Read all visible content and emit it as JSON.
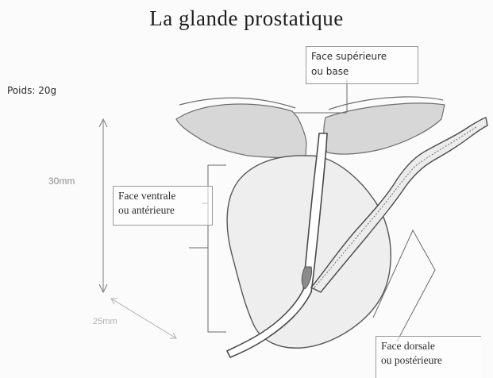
{
  "title": "La glande prostatique",
  "weight": "Poids: 20g",
  "labels": {
    "superior": [
      "Face supérieure",
      "ou base"
    ],
    "ventral": [
      "Face ventrale",
      "ou antérieure"
    ],
    "dorsal": [
      "Face dorsale",
      "ou postérieure"
    ]
  },
  "dimensions": {
    "height": "30mm",
    "depth": "25mm"
  }
}
